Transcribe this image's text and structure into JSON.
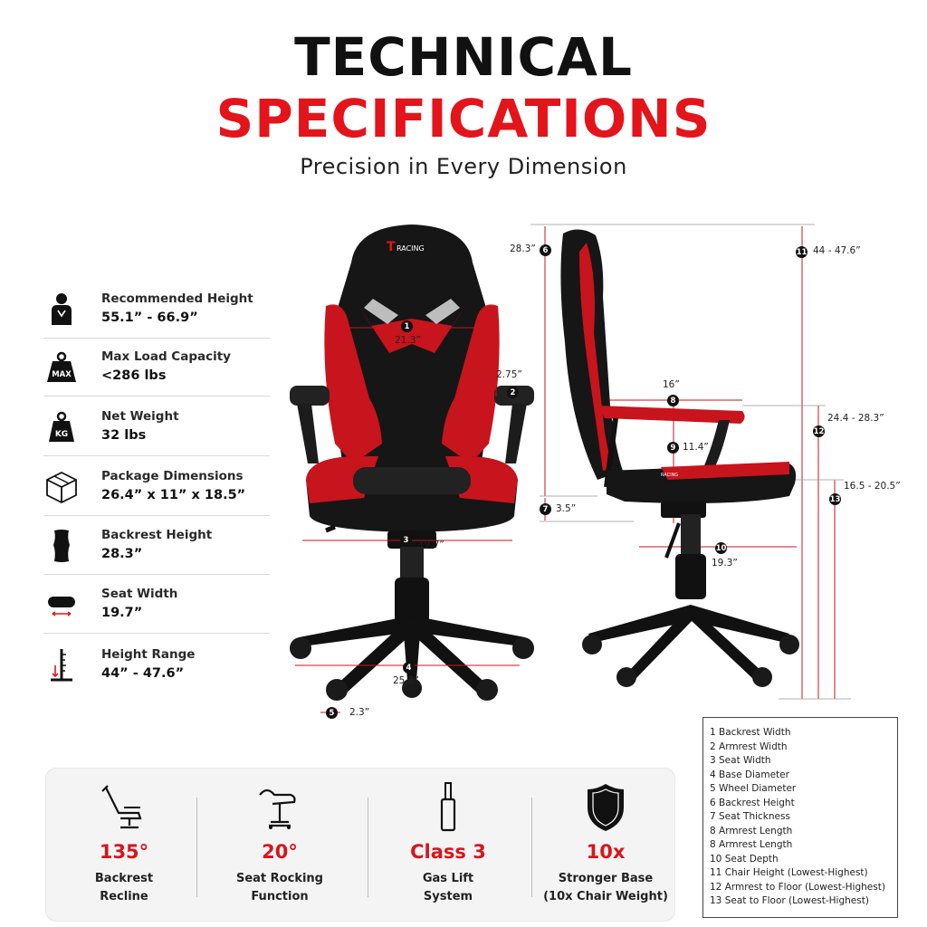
{
  "header": {
    "title_line1": "TECHNICAL",
    "title_line2": "SPECIFICATIONS",
    "subtitle": "Precision in Every Dimension"
  },
  "brand": "RACING",
  "specs": [
    {
      "label": "Recommended Height",
      "value": "55.1” - 66.9”",
      "icon": "person-height-icon"
    },
    {
      "label": "Max Load Capacity",
      "value": "<286 lbs",
      "icon": "max-weight-icon",
      "icon_text": "MAX"
    },
    {
      "label": "Net Weight",
      "value": "32 lbs",
      "icon": "kg-weight-icon",
      "icon_text": "KG"
    },
    {
      "label": "Package Dimensions",
      "value": "26.4” x 11” x 18.5”",
      "icon": "package-box-icon"
    },
    {
      "label": "Backrest Height",
      "value": "28.3”",
      "icon": "backrest-icon"
    },
    {
      "label": "Seat Width",
      "value": "19.7”",
      "icon": "seat-width-icon"
    },
    {
      "label": "Height Range",
      "value": "44” - 47.6”",
      "icon": "height-range-icon"
    }
  ],
  "front_dims": {
    "d1": {
      "num": "1",
      "value": "21.3”"
    },
    "d2": {
      "num": "2",
      "value": "2.75”"
    },
    "d3": {
      "num": "3",
      "value": "19.7”"
    },
    "d4": {
      "num": "4",
      "value": "25.8”"
    },
    "d5": {
      "num": "5",
      "value": "2.3”"
    }
  },
  "side_dims": {
    "d6": {
      "num": "6",
      "value": "28.3”"
    },
    "d7": {
      "num": "7",
      "value": "3.5”"
    },
    "d8": {
      "num": "8",
      "value": "16”"
    },
    "d9": {
      "num": "9",
      "value": "11.4”"
    },
    "d10": {
      "num": "10",
      "value": "19.3”"
    },
    "d11": {
      "num": "11",
      "value": "44 - 47.6”"
    },
    "d12": {
      "num": "12",
      "value": "24.4 - 28.3”"
    },
    "d13": {
      "num": "13",
      "value": "16.5 - 20.5”"
    }
  },
  "legend": [
    "1 Backrest Width",
    "2 Armrest Width",
    "3 Seat Width",
    "4 Base Diameter",
    "5 Wheel Diameter",
    "6 Backrest Height",
    "7 Seat Thickness",
    "8 Armrest Length",
    "8 Armrest Length",
    "10 Seat Depth",
    "11 Chair Height (Lowest-Highest)",
    "12 Armrest to Floor (Lowest-Highest)",
    "13 Seat to Floor (Lowest-Highest)"
  ],
  "features": [
    {
      "value": "135°",
      "label1": "Backrest",
      "label2": "Recline",
      "icon": "recline-chair-icon"
    },
    {
      "value": "20°",
      "label1": "Seat Rocking",
      "label2": "Function",
      "icon": "rocking-chair-icon"
    },
    {
      "value": "Class 3",
      "label1": "Gas Lift",
      "label2": "System",
      "icon": "gas-lift-icon"
    },
    {
      "value": "10x",
      "label1": "Stronger Base",
      "label2": "(10x Chair Weight)",
      "icon": "shield-icon"
    }
  ],
  "colors": {
    "accent": "#e4141b",
    "dark": "#111111",
    "chair_red": "#c8141c"
  }
}
